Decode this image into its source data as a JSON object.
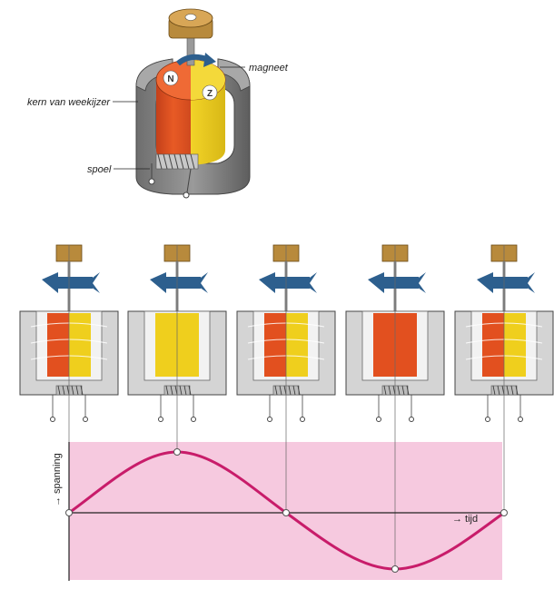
{
  "labels": {
    "magnet": "magneet",
    "core": "kern van weekijzer",
    "coil": "spoel",
    "pole_n": "N",
    "pole_z": "Z"
  },
  "graph": {
    "ylabel": "→ spanning",
    "xlabel": "→ tijd"
  },
  "colors": {
    "north": "#e2501f",
    "south": "#efcf1d",
    "iron": "#8a8a8a",
    "iron_light": "#cfcfcf",
    "knob": "#b88a3c",
    "arrow": "#2d5f8e",
    "curve": "#c81c6a",
    "graph_bg": "#f6c9df"
  },
  "frames": [
    {
      "north_left": true,
      "split": true
    },
    {
      "north_left": false,
      "split": false
    },
    {
      "north_left": true,
      "split": true
    },
    {
      "north_left": true,
      "split": false
    },
    {
      "north_left": true,
      "split": true
    }
  ]
}
